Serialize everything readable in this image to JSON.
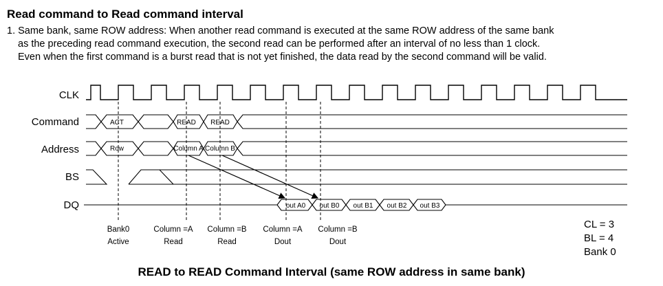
{
  "header": {
    "title": "Read command to Read command interval"
  },
  "description": {
    "line1": "1. Same bank, same ROW address: When another read command is executed at the same ROW address of the same bank",
    "line2": "as the preceding read command execution, the second read can be performed after an interval of no less than 1 clock.",
    "line3": "Even when the first command is a burst read that is not yet finished, the data read by the second command will be valid."
  },
  "diagram": {
    "signals": {
      "clk": "CLK",
      "command": "Command",
      "address": "Address",
      "bs": "BS",
      "dq": "DQ"
    },
    "command_values": [
      "ACT",
      "READ",
      "READ"
    ],
    "address_values": [
      "Row",
      "Column A",
      "Column B"
    ],
    "dq_values": [
      "out A0",
      "out B0",
      "out B1",
      "out B2",
      "out B3"
    ],
    "annotations": [
      {
        "line1": "Bank0",
        "line2": "Active"
      },
      {
        "line1": "Column =A",
        "line2": "Read"
      },
      {
        "line1": "Column =B",
        "line2": "Read"
      },
      {
        "line1": "Column =A",
        "line2": "Dout"
      },
      {
        "line1": "Column =B",
        "line2": "Dout"
      }
    ],
    "params": {
      "cl": "CL = 3",
      "bl": "BL = 4",
      "bank": "Bank 0"
    },
    "caption": "READ to READ Command Interval (same ROW address in same bank)"
  }
}
